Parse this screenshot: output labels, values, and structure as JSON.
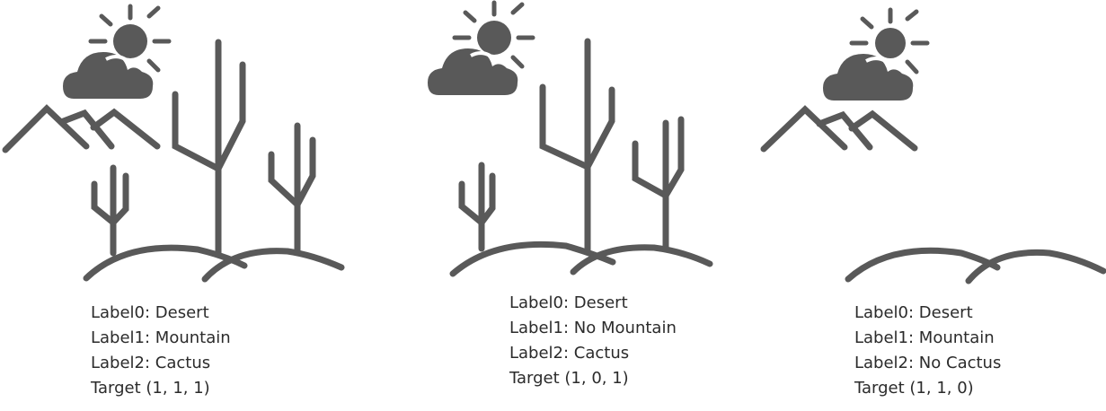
{
  "panels": [
    {
      "label0": "Label0: Desert",
      "label1": "Label1: Mountain",
      "label2": "Label2: Cactus",
      "target": "Target (1, 1, 1)",
      "icons": [
        "sun-icon",
        "cloud-icon",
        "mountain-icon",
        "cactus-icon",
        "dune-icon"
      ]
    },
    {
      "label0": "Label0: Desert",
      "label1": "Label1: No Mountain",
      "label2": "Label2: Cactus",
      "target": "Target (1, 0, 1)",
      "icons": [
        "sun-icon",
        "cloud-icon",
        "cactus-icon",
        "dune-icon"
      ]
    },
    {
      "label0": "Label0: Desert",
      "label1": "Label1: Mountain",
      "label2": "Label2: No Cactus",
      "target": "Target (1, 1, 0)",
      "icons": [
        "sun-icon",
        "cloud-icon",
        "mountain-icon",
        "dune-icon"
      ]
    }
  ],
  "colors": {
    "icon": "#595959",
    "text": "#2b2b2b",
    "background": "#ffffff"
  }
}
